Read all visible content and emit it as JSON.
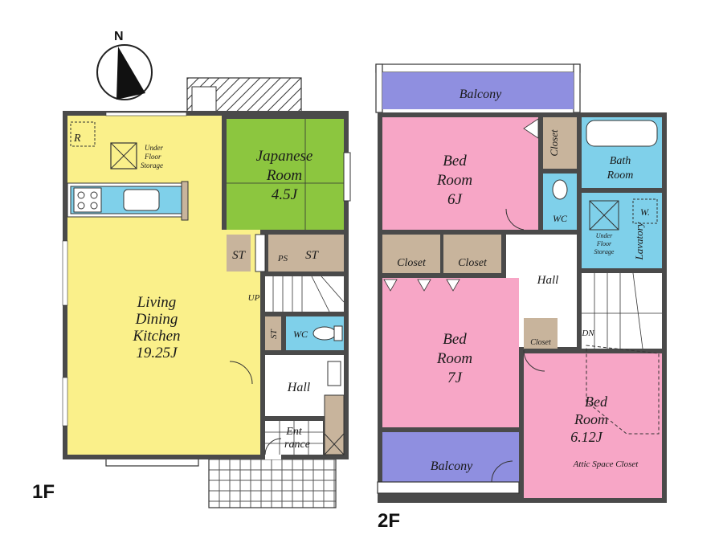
{
  "compass": {
    "north_label": "N"
  },
  "floor1": {
    "label": "1F",
    "rooms": {
      "ldk": [
        "Living",
        "Dining",
        "Kitchen",
        "19.25J"
      ],
      "japanese": [
        "Japanese",
        "Room",
        "4.5J"
      ],
      "st1": "ST",
      "ps": "PS",
      "st2": "ST",
      "st3": "ST",
      "wc": "WC",
      "hall": "Hall",
      "entrance": [
        "Ent",
        "rance"
      ],
      "up": "UP",
      "r": "R",
      "under_storage": [
        "Under",
        "Floor",
        "Storage"
      ]
    }
  },
  "floor2": {
    "label": "2F",
    "rooms": {
      "balcony_top": "Balcony",
      "balcony_bottom": "Balcony",
      "bed6": [
        "Bed",
        "Room",
        "6J"
      ],
      "bed7": [
        "Bed",
        "Room",
        "7J"
      ],
      "bed612": [
        "Bed",
        "Room",
        "6.12J"
      ],
      "closet_a": "Closet",
      "closet_b": "Closet",
      "closet_c": "Closet",
      "closet_d": "Closet",
      "bath": [
        "Bath",
        "Room"
      ],
      "wc": "WC",
      "lavatory": "Lavatory",
      "w": "W.",
      "hall": "Hall",
      "dn": "DN",
      "attic": "Attic  Space Closet",
      "under_storage": [
        "Under",
        "Floor",
        "Storage"
      ]
    }
  },
  "colors": {
    "ldk": "#faf08a",
    "japanese": "#8cc63f",
    "storage": "#c8b49c",
    "water": "#7fd0ea",
    "bedroom": "#f7a6c6",
    "balcony": "#8f8fe0"
  }
}
